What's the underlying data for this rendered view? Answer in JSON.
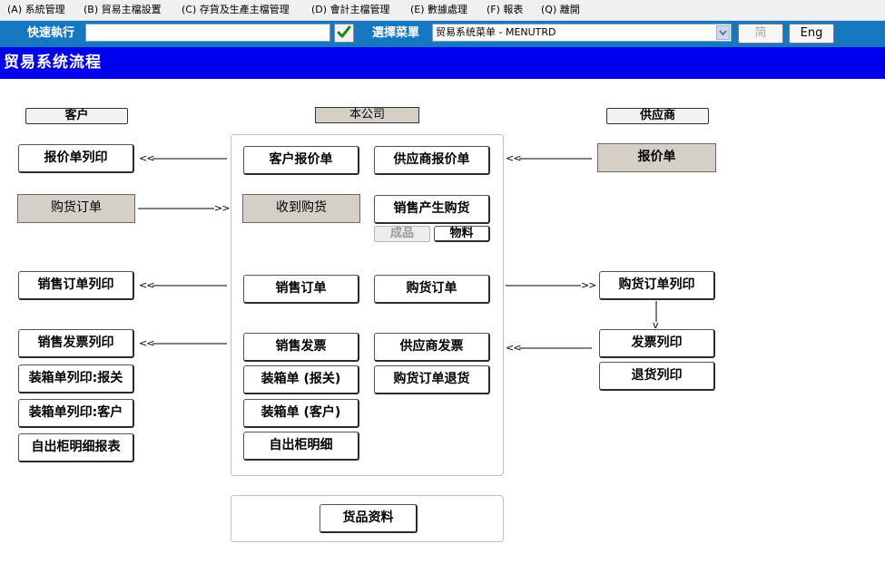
{
  "menu": [
    {
      "key": "(A)",
      "label": "系統管理"
    },
    {
      "key": "(B)",
      "label": "貿易主檔設置"
    },
    {
      "key": "(C)",
      "label": "存貨及生產主檔管理"
    },
    {
      "key": "(D)",
      "label": "會計主檔管理"
    },
    {
      "key": "(E)",
      "label": "數據處理"
    },
    {
      "key": "(F)",
      "label": "報表"
    },
    {
      "key": "(Q)",
      "label": "離開"
    }
  ],
  "toolbar": {
    "quick_label": "快速執行",
    "quick_value": "",
    "confirm_icon": "check-icon",
    "menu_label": "選擇菜單",
    "menu_selected": "贸易系统菜单 - MENUTRD",
    "simplified_label": "简",
    "english_label": "Eng",
    "accent_color": "#1778c2",
    "title_bar_color": "#0000ee"
  },
  "page_title": "贸易系统流程",
  "columns": {
    "customer": "客户",
    "company": "本公司",
    "supplier": "供应商"
  },
  "customer_buttons": {
    "quote_print": "报价单列印",
    "purchase_order": "购货订单",
    "sales_order_print": "销售订单列印",
    "sales_invoice_print": "销售发票列印",
    "packing_customs_print": "装箱单列印:报关",
    "packing_customer_print": "装箱单列印:客户",
    "container_report": "自出柜明细报表"
  },
  "company_buttons": {
    "customer_quote": "客户报价单",
    "supplier_quote": "供应商报价单",
    "receive_purchase": "收到购货",
    "sales_generate_purchase": "销售产生购货",
    "finished_goods": "成品",
    "materials": "物料",
    "sales_order": "销售订单",
    "purchase_order": "购货订单",
    "sales_invoice": "销售发票",
    "supplier_invoice": "供应商发票",
    "packing_customs": "装箱单 (报关)",
    "purchase_return": "购货订单退货",
    "packing_customer": "装箱单 (客户)",
    "container_detail": "自出柜明细",
    "product_info": "货品资料"
  },
  "supplier_buttons": {
    "quote": "报价单",
    "purchase_order_print": "购货订单列印",
    "invoice_print": "发票列印",
    "return_print": "退货列印"
  },
  "arrows": {
    "left": "<<",
    "right": ">>",
    "down": "v"
  }
}
